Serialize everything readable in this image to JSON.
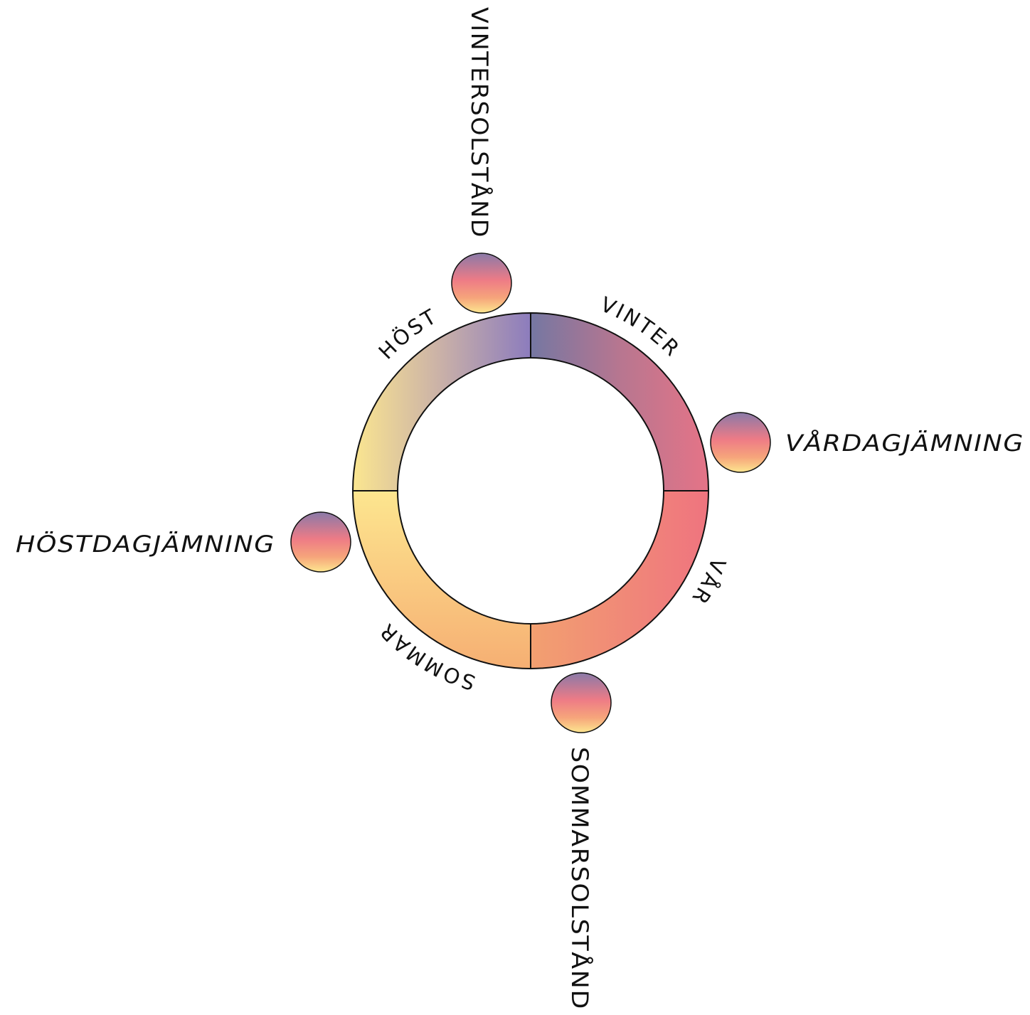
{
  "seasons": {
    "winter": "VINTER",
    "spring": "VÅR",
    "summer": "SOMMAR",
    "autumn": "HÖST"
  },
  "events": {
    "winter_solstice": "VINTERSOLSTÅND",
    "spring_equinox": "VÅRDAGJÄMNING",
    "summer_solstice": "SOMMARSOLSTÅND",
    "autumn_equinox": "HÖSTDAGJÄMNING"
  },
  "colors": {
    "purple": "#8a7cbb",
    "slate_purple": "#7577a2",
    "rose": "#e5748a",
    "coral": "#f0818a",
    "orange": "#f2a07a",
    "peach": "#f7b873",
    "yellow": "#fde68f",
    "sun_top": "#8a7aa8",
    "sun_mid": "#ee7b86",
    "sun_bottom": "#fde68f"
  }
}
